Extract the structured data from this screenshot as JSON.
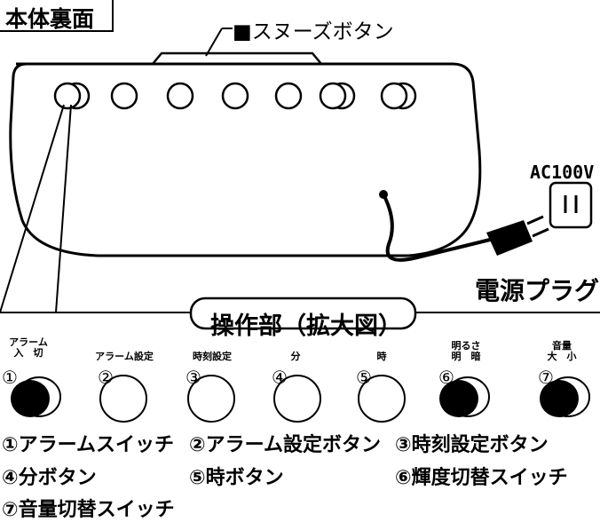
{
  "header": {
    "title": "本体裏面"
  },
  "callouts": {
    "snooze": "■スヌーズボタン",
    "power": "AC100V",
    "plug": "電源プラグ"
  },
  "operation_panel": {
    "title": "操作部（拡大図）",
    "controls": [
      {
        "label_top": "アラーム",
        "label_bottom": "入　切",
        "number": "①",
        "filled": true
      },
      {
        "label_top": "アラーム設定",
        "label_bottom": "",
        "number": "②",
        "filled": false
      },
      {
        "label_top": "時刻設定",
        "label_bottom": "",
        "number": "③",
        "filled": false
      },
      {
        "label_top": "分",
        "label_bottom": "",
        "number": "④",
        "filled": false
      },
      {
        "label_top": "時",
        "label_bottom": "",
        "number": "⑤",
        "filled": false
      },
      {
        "label_top": "明るさ",
        "label_bottom": "明　暗",
        "number": "⑥",
        "filled": true
      },
      {
        "label_top": "音量",
        "label_bottom": "大　小",
        "number": "⑦",
        "filled": true
      }
    ]
  },
  "legend": {
    "line1a": "①アラームスイッチ",
    "line1b": "②アラーム設定ボタン",
    "line1c": "③時刻設定ボタン",
    "line2a": "④分ボタン",
    "line2b": "⑤時ボタン",
    "line2c": "⑥輝度切替スイッチ",
    "line3a": "⑦音量切替スイッチ"
  }
}
